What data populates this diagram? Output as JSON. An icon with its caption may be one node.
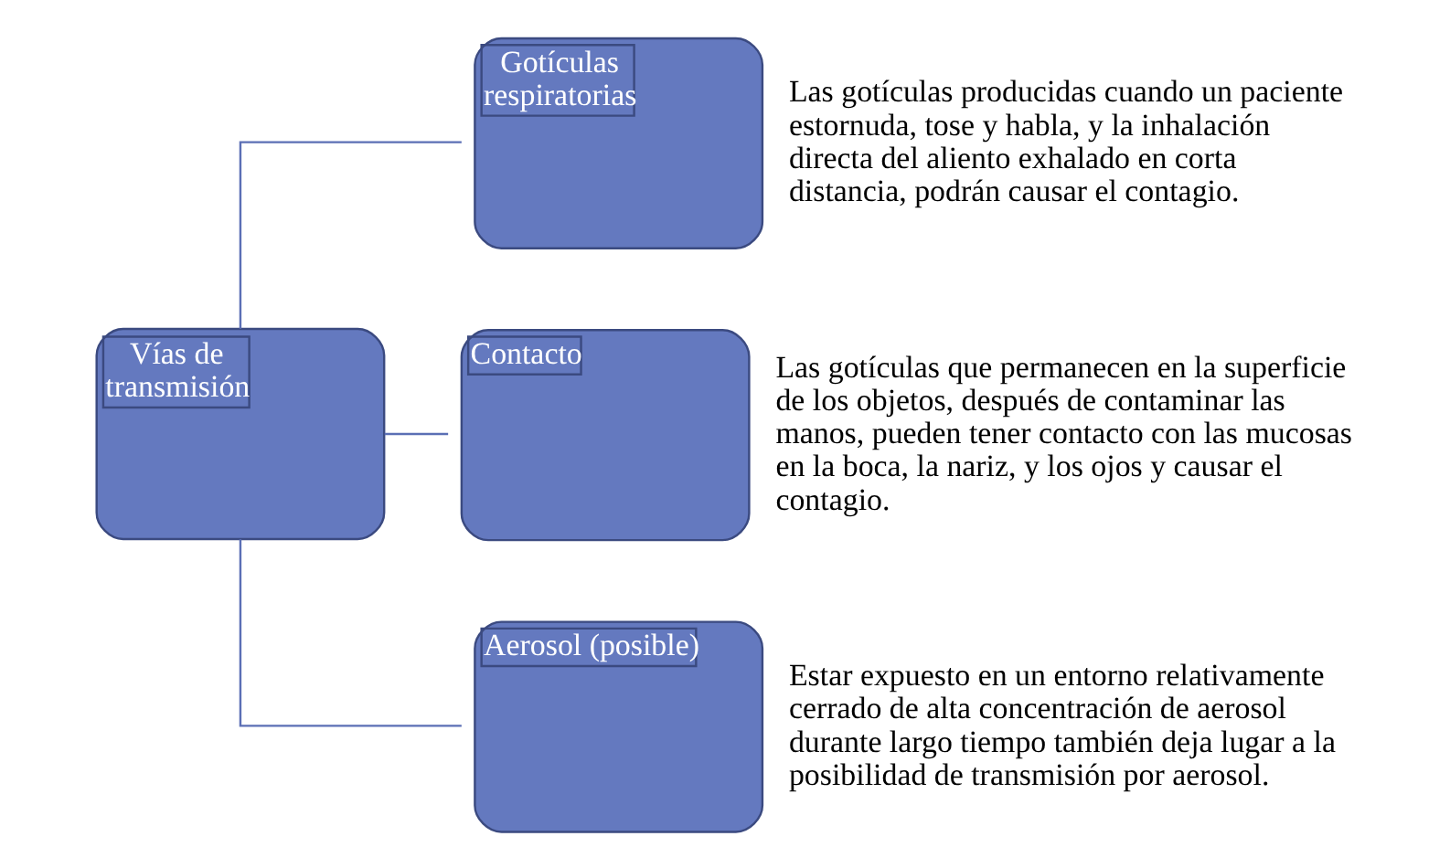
{
  "diagram": {
    "nodes": [
      {
        "text": [
          "Vías de transmisión"
        ]
      },
      {
        "text": [
          "Gotículas respiratorias"
        ],
        "beside": [
          "Las gotículas producidas cuando un paciente estornuda, tose y habla, y la inhalación directa del aliento exhalado en corta distancia, podrán causar el contagio."
        ]
      },
      {
        "text": [
          "Contacto"
        ],
        "beside": [
          "Las gotículas que permanecen en la superficie de los objetos, después de contaminar las manos, pueden tener contacto con las mucosas en la boca, la nariz, y los ojos y causar el contagio."
        ]
      },
      {
        "text": [
          "Aerosol (posible)"
        ],
        "beside": [
          "Estar expuesto en un entorno relativamente cerrado de alta concentración de aerosol durante largo tiempo también deja lugar a la posibilidad de transmisión por aerosol."
        ]
      }
    ],
    "edges": [
      {
        "from": 0,
        "to": 1,
        "arrow": "none"
      },
      {
        "from": 0,
        "to": 2,
        "arrow": "none"
      },
      {
        "from": 0,
        "to": 3,
        "arrow": "none"
      }
    ]
  }
}
